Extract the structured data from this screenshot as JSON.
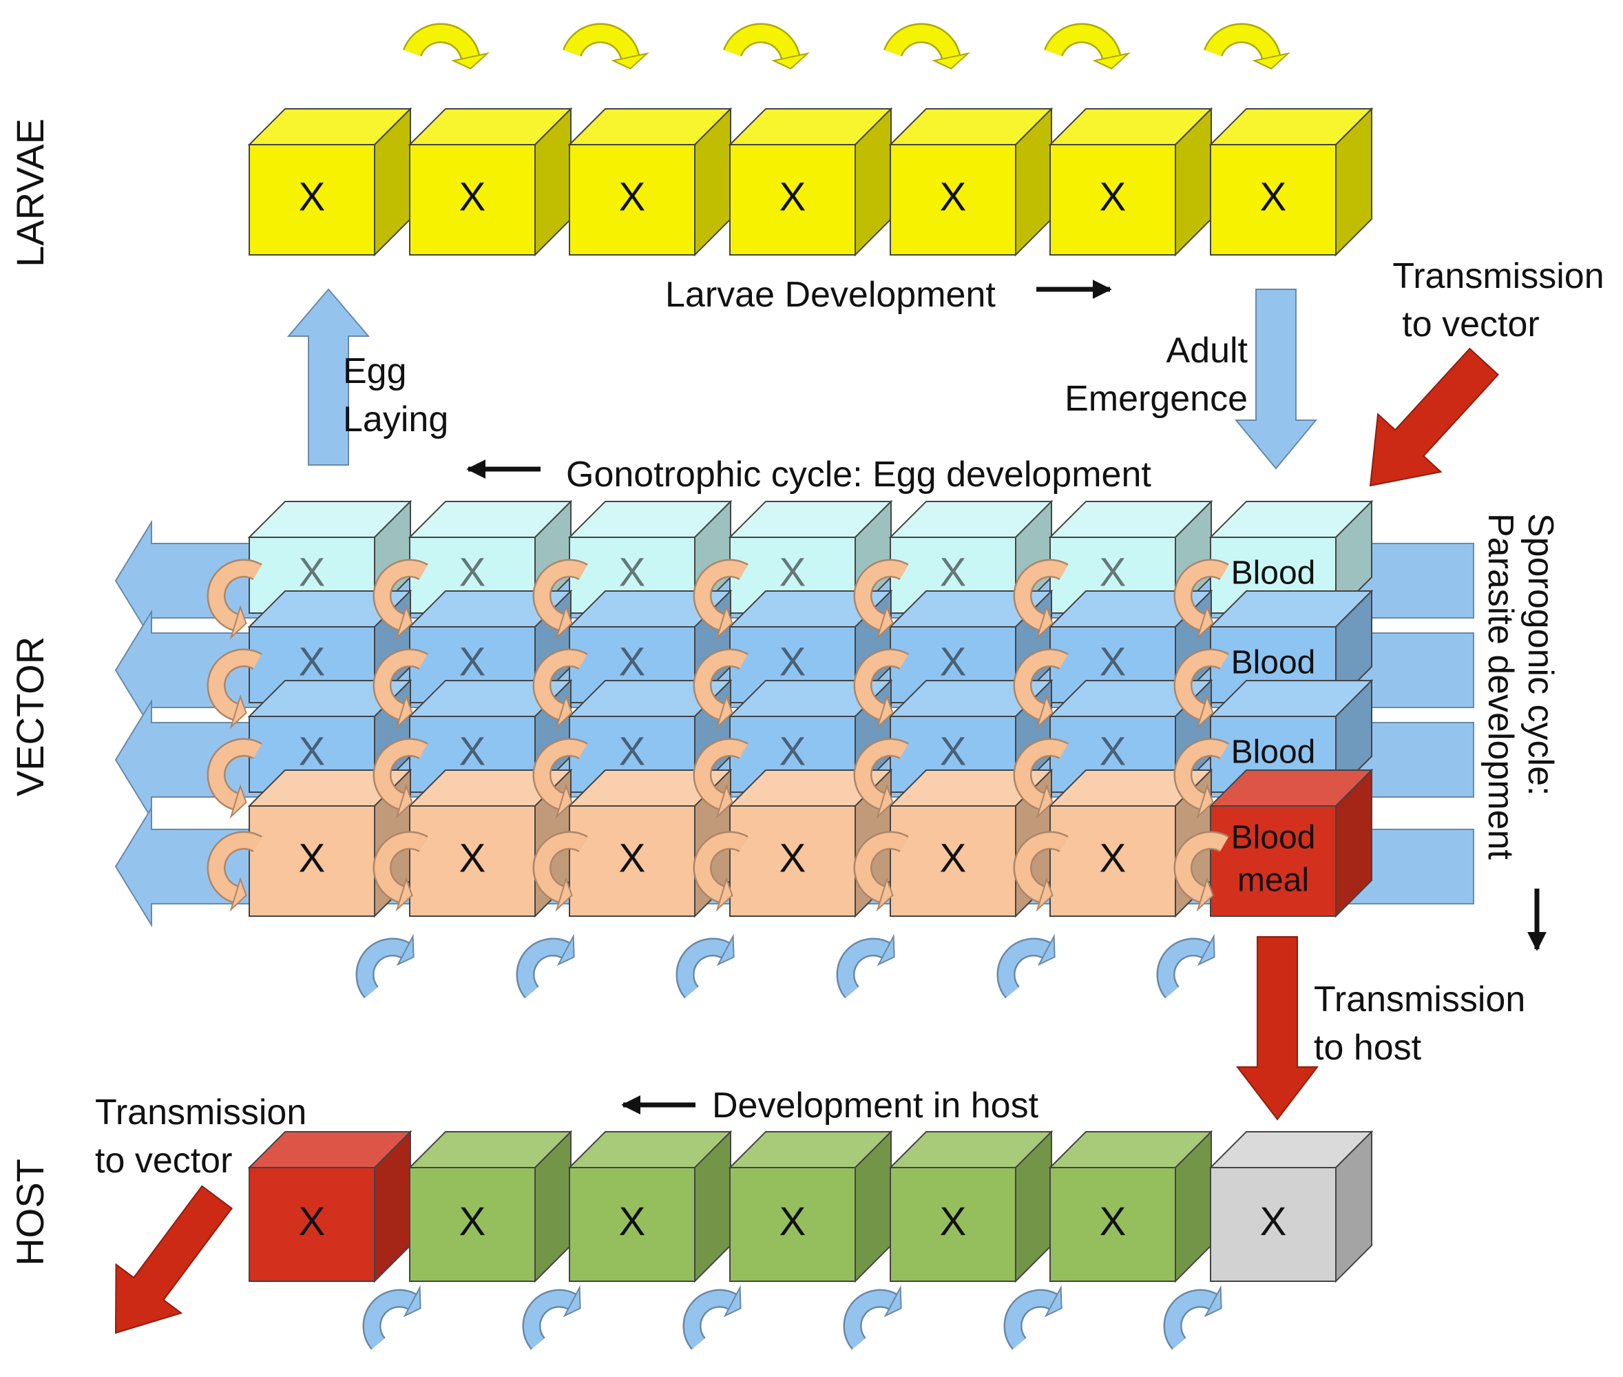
{
  "side_labels": {
    "larvae": "LARVAE",
    "vector": "VECTOR",
    "host": "HOST"
  },
  "cell_mark": "X",
  "annotations": {
    "larvae_development": "Larvae Development",
    "egg_laying": [
      "Egg",
      "Laying"
    ],
    "adult_emergence": [
      "Adult",
      "Emergence"
    ],
    "transmission_to_vector_top": [
      "Transmission",
      "to vector"
    ],
    "gonotrophic_cycle": "Gonotrophic cycle: Egg development",
    "sporogonic_cycle": [
      "Sporogonic cycle:",
      "Parasite development"
    ],
    "transmission_to_host": [
      "Transmission",
      "to host"
    ],
    "development_in_host": "Development in host",
    "transmission_to_vector_bottom": [
      "Transmission",
      "to vector"
    ]
  },
  "vector_last_column": [
    "Blood",
    "Blood",
    "Blood",
    [
      "Blood",
      "meal"
    ]
  ],
  "colors": {
    "larvae": "#f7f200",
    "vector_row1": "#c9f7f5",
    "vector_row2": "#8ec4f2",
    "vector_row3": "#8ec4f2",
    "vector_row4": "#f8c59c",
    "blood_meal": "#d4301e",
    "host_green": "#94bf5c",
    "host_red": "#d4301e",
    "host_grey": "#d2d2d2",
    "blue_arrow": "#94c4ee",
    "red_arrow": "#cc2a14",
    "yellow_arrow": "#f5f300",
    "peach_arrow": "#f6bf94"
  },
  "icons": [
    "curved-arrow-icon",
    "block-arrow-icon",
    "cube-icon"
  ]
}
